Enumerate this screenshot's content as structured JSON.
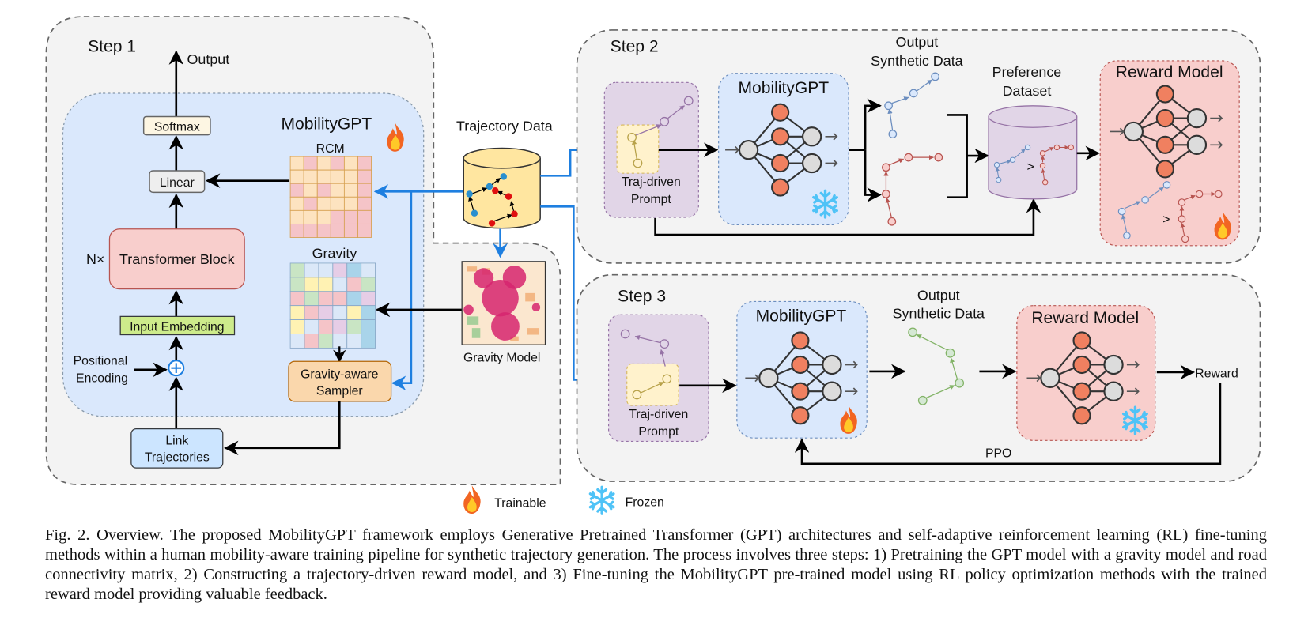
{
  "figure": {
    "step1": {
      "title": "Step 1",
      "output_label": "Output",
      "softmax": "Softmax",
      "linear": "Linear",
      "transformer_block": "Transformer Block",
      "repeat_label": "N×",
      "input_embedding": "Input Embedding",
      "positional_encoding_line1": "Positional",
      "positional_encoding_line2": "Encoding",
      "link_trajectories_line1": "Link",
      "link_trajectories_line2": "Trajectories",
      "model_title": "MobilityGPT",
      "rcm_label": "RCM",
      "gravity_label": "Gravity",
      "sampler_line1": "Gravity-aware",
      "sampler_line2": "Sampler",
      "status_icon": "flame-icon"
    },
    "shared": {
      "trajectory_data": "Trajectory Data",
      "gravity_model": "Gravity Model"
    },
    "step2": {
      "title": "Step 2",
      "prompt_line1": "Traj-driven",
      "prompt_line2": "Prompt",
      "model_title": "MobilityGPT",
      "model_status_icon": "snowflake-icon",
      "output_line1": "Output",
      "output_line2": "Synthetic Data",
      "preference_line1": "Preference",
      "preference_line2": "Dataset",
      "preference_symbol": ">",
      "reward_title": "Reward Model",
      "reward_symbol": ">",
      "reward_status_icon": "flame-icon"
    },
    "step3": {
      "title": "Step 3",
      "prompt_line1": "Traj-driven",
      "prompt_line2": "Prompt",
      "model_title": "MobilityGPT",
      "model_status_icon": "flame-icon",
      "output_line1": "Output",
      "output_line2": "Synthetic Data",
      "reward_title": "Reward Model",
      "reward_status_icon": "snowflake-icon",
      "reward_out": "Reward",
      "feedback_label": "PPO"
    },
    "legend": {
      "trainable": "Trainable",
      "frozen": "Frozen"
    },
    "colors": {
      "step_bg": "#f3f3f3",
      "model_bg": "#dae8fc",
      "prompt_bg": "#e1d5e7",
      "reward_bg": "#f8cecc",
      "blue_arrow": "#1e7fe0",
      "transformer": "#f8cecc",
      "embedding": "#cdeb8b",
      "sampler": "#fad7ac",
      "trajectory_db": "#ffe6a0",
      "node_active": "#f08060",
      "node_idle": "#dcdcdc"
    }
  },
  "caption": "Fig. 2.  Overview. The proposed MobilityGPT framework employs Generative Pretrained Transformer (GPT) architectures and self-adaptive reinforcement learning (RL) fine-tuning methods within a human mobility-aware training pipeline for synthetic trajectory generation. The process involves three steps: 1) Pretraining the GPT model with a gravity model and road connectivity matrix, 2) Constructing a trajectory-driven reward model, and 3) Fine-tuning the MobilityGPT pre-trained model using RL policy optimization methods with the trained reward model providing valuable feedback."
}
